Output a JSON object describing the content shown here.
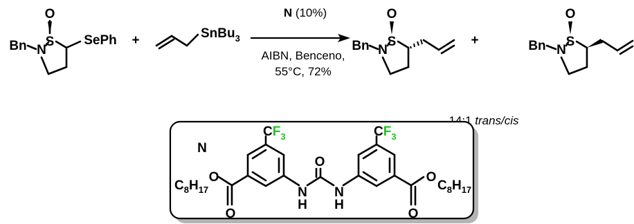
{
  "colors": {
    "sulfur": "#f08c1e",
    "oxygen": "#e00000",
    "nitrogen": "#1428c8",
    "fluorine": "#22c222",
    "bond": "#000000",
    "shadow": "#b4b4b4"
  },
  "atoms": {
    "O": "O",
    "S": "S",
    "N": "N",
    "H": "H",
    "Bn": "Bn",
    "SePh": "SePh",
    "Sn": "SnBu",
    "Sn_sub": "3",
    "C": "C",
    "F": "F",
    "F_sub": "3",
    "C8": "8",
    "H17": "17"
  },
  "reaction": {
    "plus": "+",
    "catalyst_letter": "N",
    "catalyst_loading": " (10%)",
    "condition_line1": "AIBN, Benceno,",
    "condition_line2": "55°C, 72%",
    "ratio": "14:1 ",
    "ratio_italic": "trans/cis"
  },
  "catalyst_box": {
    "label": "N"
  }
}
